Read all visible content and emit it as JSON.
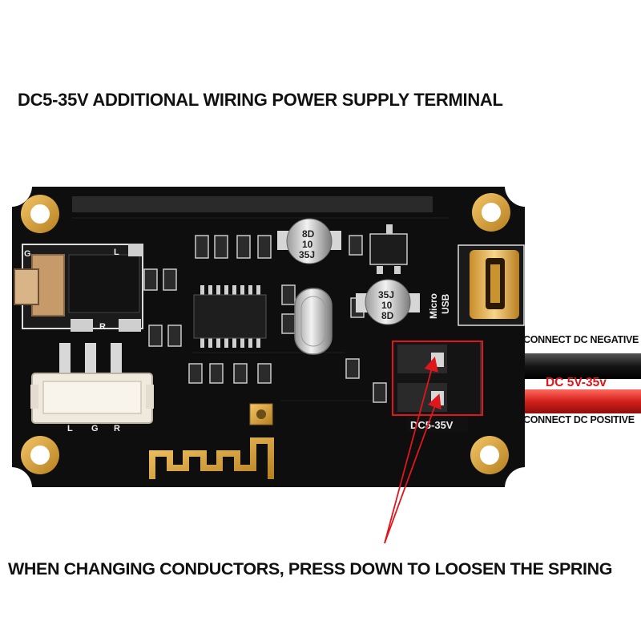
{
  "header": {
    "text": "DC5-35V ADDITIONAL WIRING POWER SUPPLY TERMINAL"
  },
  "footer": {
    "text": "WHEN CHANGING CONDUCTORS, PRESS DOWN TO LOOSEN THE SPRING"
  },
  "callouts": {
    "negative": "CONNECT DC NEGATIVE",
    "voltage": "DC 5V-35v",
    "positive": "CONNECT DC POSITIVE"
  },
  "board": {
    "terminal_label": "DC5-35V",
    "usb_label_1": "Micro",
    "usb_label_2": "USB",
    "cap1_lines": [
      "8D",
      "10",
      "35J"
    ],
    "cap2_lines": [
      "35J",
      "10",
      "8D"
    ],
    "jack_pin_left": "G",
    "jack_pin_right": "L",
    "jack_pin_bottom": "R",
    "connector_pins": [
      "L",
      "G",
      "R"
    ]
  },
  "colors": {
    "board": "#0e0e0e",
    "gold": "#d9a23a",
    "arrow": "#e0161b",
    "voltage_text": "#e0161b",
    "wire_red": "#d4201c",
    "wire_black": "#111111"
  }
}
